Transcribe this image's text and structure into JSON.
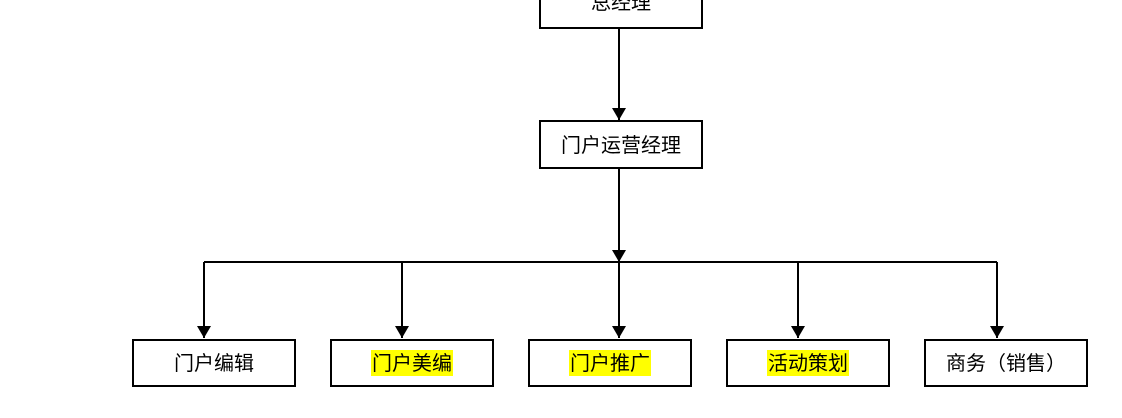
{
  "root": {
    "label": "总经理"
  },
  "manager": {
    "label": "门户运营经理"
  },
  "children": [
    {
      "label": "门户编辑",
      "highlight": false
    },
    {
      "label": "门户美编",
      "highlight": true
    },
    {
      "label": "门户推广",
      "highlight": true
    },
    {
      "label": "活动策划",
      "highlight": true
    },
    {
      "label": "商务（销售）",
      "highlight": false
    }
  ],
  "colors": {
    "highlight": "#ffff00",
    "line": "#000000"
  }
}
